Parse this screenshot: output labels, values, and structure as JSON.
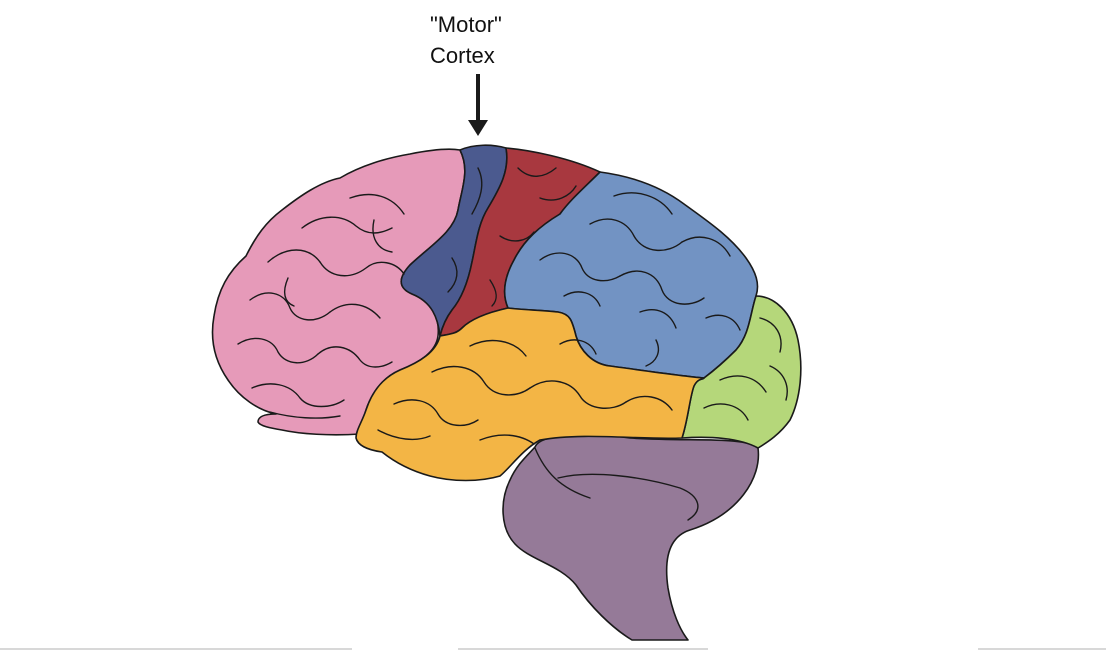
{
  "annotation": {
    "line1": "\"Motor\"",
    "line2": "Cortex"
  },
  "regions": [
    {
      "name": "frontal-lobe",
      "color": "#e69ab9"
    },
    {
      "name": "motor-cortex",
      "color": "#4b5a8f"
    },
    {
      "name": "somatosensory-cortex",
      "color": "#a8383f"
    },
    {
      "name": "parietal-lobe",
      "color": "#7293c3"
    },
    {
      "name": "occipital-lobe",
      "color": "#b5d77a"
    },
    {
      "name": "temporal-lobe",
      "color": "#f3b545"
    },
    {
      "name": "cerebellum-brainstem",
      "color": "#957a98"
    }
  ],
  "outline_color": "#1a1a1a"
}
